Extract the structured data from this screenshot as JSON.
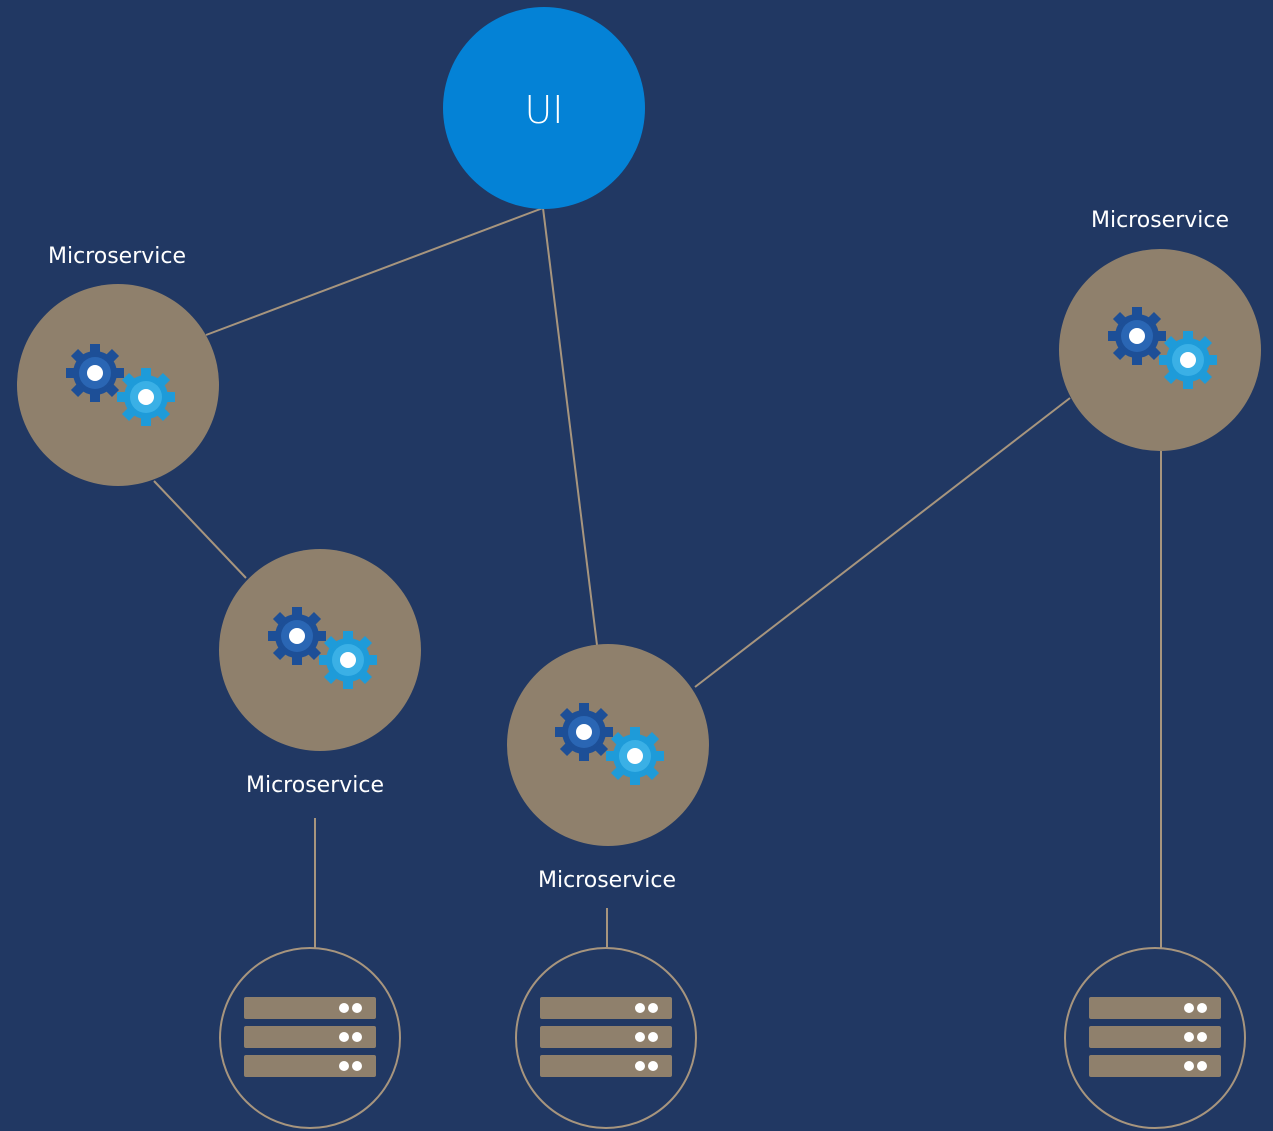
{
  "ui_node": {
    "label": "UI"
  },
  "microservices": [
    {
      "id": "ms-left",
      "label": "Microservice"
    },
    {
      "id": "ms-center",
      "label": "Microservice"
    },
    {
      "id": "ms-mid",
      "label": "Microservice"
    },
    {
      "id": "ms-right",
      "label": "Microservice"
    }
  ],
  "databases": [
    {
      "id": "db-center"
    },
    {
      "id": "db-mid"
    },
    {
      "id": "db-right"
    }
  ],
  "colors": {
    "background": "#213863",
    "ui": "#0482d6",
    "service": "#8f806c",
    "connector": "#a7957e",
    "label": "#ffffff",
    "gear_dark": "#1d4f97",
    "gear_light": "#1e9bd9"
  },
  "icons": {
    "service": "gears-icon",
    "database": "database-server-icon"
  }
}
